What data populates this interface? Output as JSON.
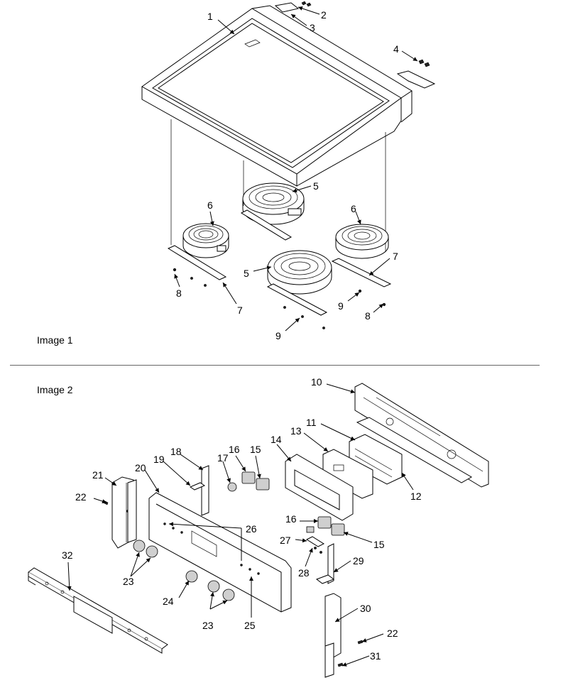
{
  "captions": {
    "image1": "Image 1",
    "image2": "Image 2"
  },
  "callouts": [
    {
      "id": "c1",
      "text": "1"
    },
    {
      "id": "c2",
      "text": "2"
    },
    {
      "id": "c3",
      "text": "3"
    },
    {
      "id": "c4",
      "text": "4"
    },
    {
      "id": "c5a",
      "text": "5"
    },
    {
      "id": "c5b",
      "text": "5"
    },
    {
      "id": "c6a",
      "text": "6"
    },
    {
      "id": "c6b",
      "text": "6"
    },
    {
      "id": "c7a",
      "text": "7"
    },
    {
      "id": "c7b",
      "text": "7"
    },
    {
      "id": "c8a",
      "text": "8"
    },
    {
      "id": "c8b",
      "text": "8"
    },
    {
      "id": "c9a",
      "text": "9"
    },
    {
      "id": "c9b",
      "text": "9"
    },
    {
      "id": "c10",
      "text": "10"
    },
    {
      "id": "c11",
      "text": "11"
    },
    {
      "id": "c12",
      "text": "12"
    },
    {
      "id": "c13",
      "text": "13"
    },
    {
      "id": "c14",
      "text": "14"
    },
    {
      "id": "c15a",
      "text": "15"
    },
    {
      "id": "c15b",
      "text": "15"
    },
    {
      "id": "c16a",
      "text": "16"
    },
    {
      "id": "c16b",
      "text": "16"
    },
    {
      "id": "c17",
      "text": "17"
    },
    {
      "id": "c18",
      "text": "18"
    },
    {
      "id": "c19",
      "text": "19"
    },
    {
      "id": "c20",
      "text": "20"
    },
    {
      "id": "c21",
      "text": "21"
    },
    {
      "id": "c22a",
      "text": "22"
    },
    {
      "id": "c22b",
      "text": "22"
    },
    {
      "id": "c23a",
      "text": "23"
    },
    {
      "id": "c23b",
      "text": "23"
    },
    {
      "id": "c24",
      "text": "24"
    },
    {
      "id": "c25",
      "text": "25"
    },
    {
      "id": "c26",
      "text": "26"
    },
    {
      "id": "c27",
      "text": "27"
    },
    {
      "id": "c28",
      "text": "28"
    },
    {
      "id": "c29",
      "text": "29"
    },
    {
      "id": "c30",
      "text": "30"
    },
    {
      "id": "c31",
      "text": "31"
    },
    {
      "id": "c32",
      "text": "32"
    }
  ]
}
